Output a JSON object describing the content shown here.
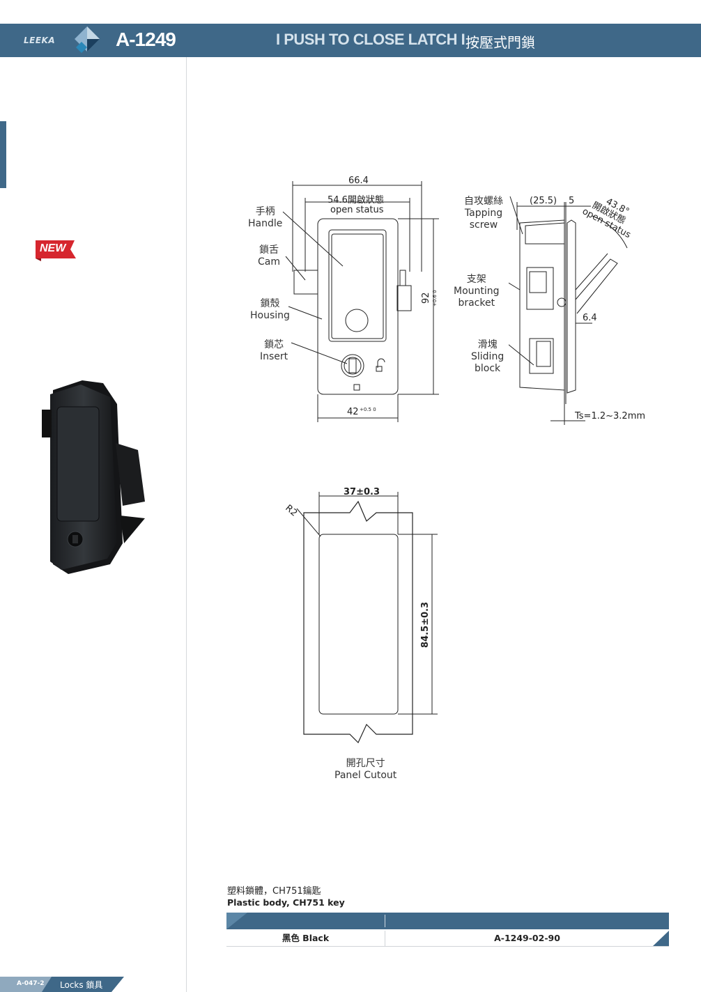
{
  "header": {
    "brand": "LEEKA",
    "model": "A-1249",
    "title_en": "I PUSH TO CLOSE LATCH I",
    "title_zh": "按壓式門鎖"
  },
  "badge": {
    "label": "NEW"
  },
  "front_view": {
    "labels": [
      {
        "zh": "手柄",
        "en": "Handle"
      },
      {
        "zh": "鎖舌",
        "en": "Cam"
      },
      {
        "zh": "鎖殼",
        "en": "Housing"
      },
      {
        "zh": "鎖芯",
        "en": "Insert"
      }
    ],
    "dims": {
      "overall_width": "66.4",
      "open_width": "54.6開啟狀態",
      "open_width_en": "open status",
      "height": "92",
      "height_tol": "+0.6 0",
      "base_width": "42",
      "base_tol": "+0.5 0"
    }
  },
  "side_view": {
    "labels": [
      {
        "zh": "自攻螺絲",
        "en1": "Tapping",
        "en2": "screw"
      },
      {
        "zh": "支架",
        "en1": "Mounting",
        "en2": "bracket"
      },
      {
        "zh": "滑塊",
        "en1": "Sliding",
        "en2": "block"
      }
    ],
    "dims": {
      "depth": "(25.5)",
      "flange": "5",
      "angle": "43.8°",
      "angle_zh": "開啟狀態",
      "angle_en": "open status",
      "offset": "6.4",
      "thickness": "Ts=1.2~3.2mm"
    }
  },
  "cutout": {
    "width": "37±0.3",
    "height": "84.5±0.3",
    "radius": "R2",
    "label_zh": "開孔尺寸",
    "label_en": "Panel Cutout"
  },
  "spec": {
    "zh": "塑料鎖體，CH751鑰匙",
    "en": "Plastic body, CH751 key"
  },
  "table": {
    "rows": [
      {
        "color": "黑色 Black",
        "code": "A-1249-02-90"
      }
    ]
  },
  "footer": {
    "code": "A-047-2",
    "label": "Locks 鎖具"
  },
  "colors": {
    "accent": "#3f6888",
    "badge": "#d6262e"
  }
}
